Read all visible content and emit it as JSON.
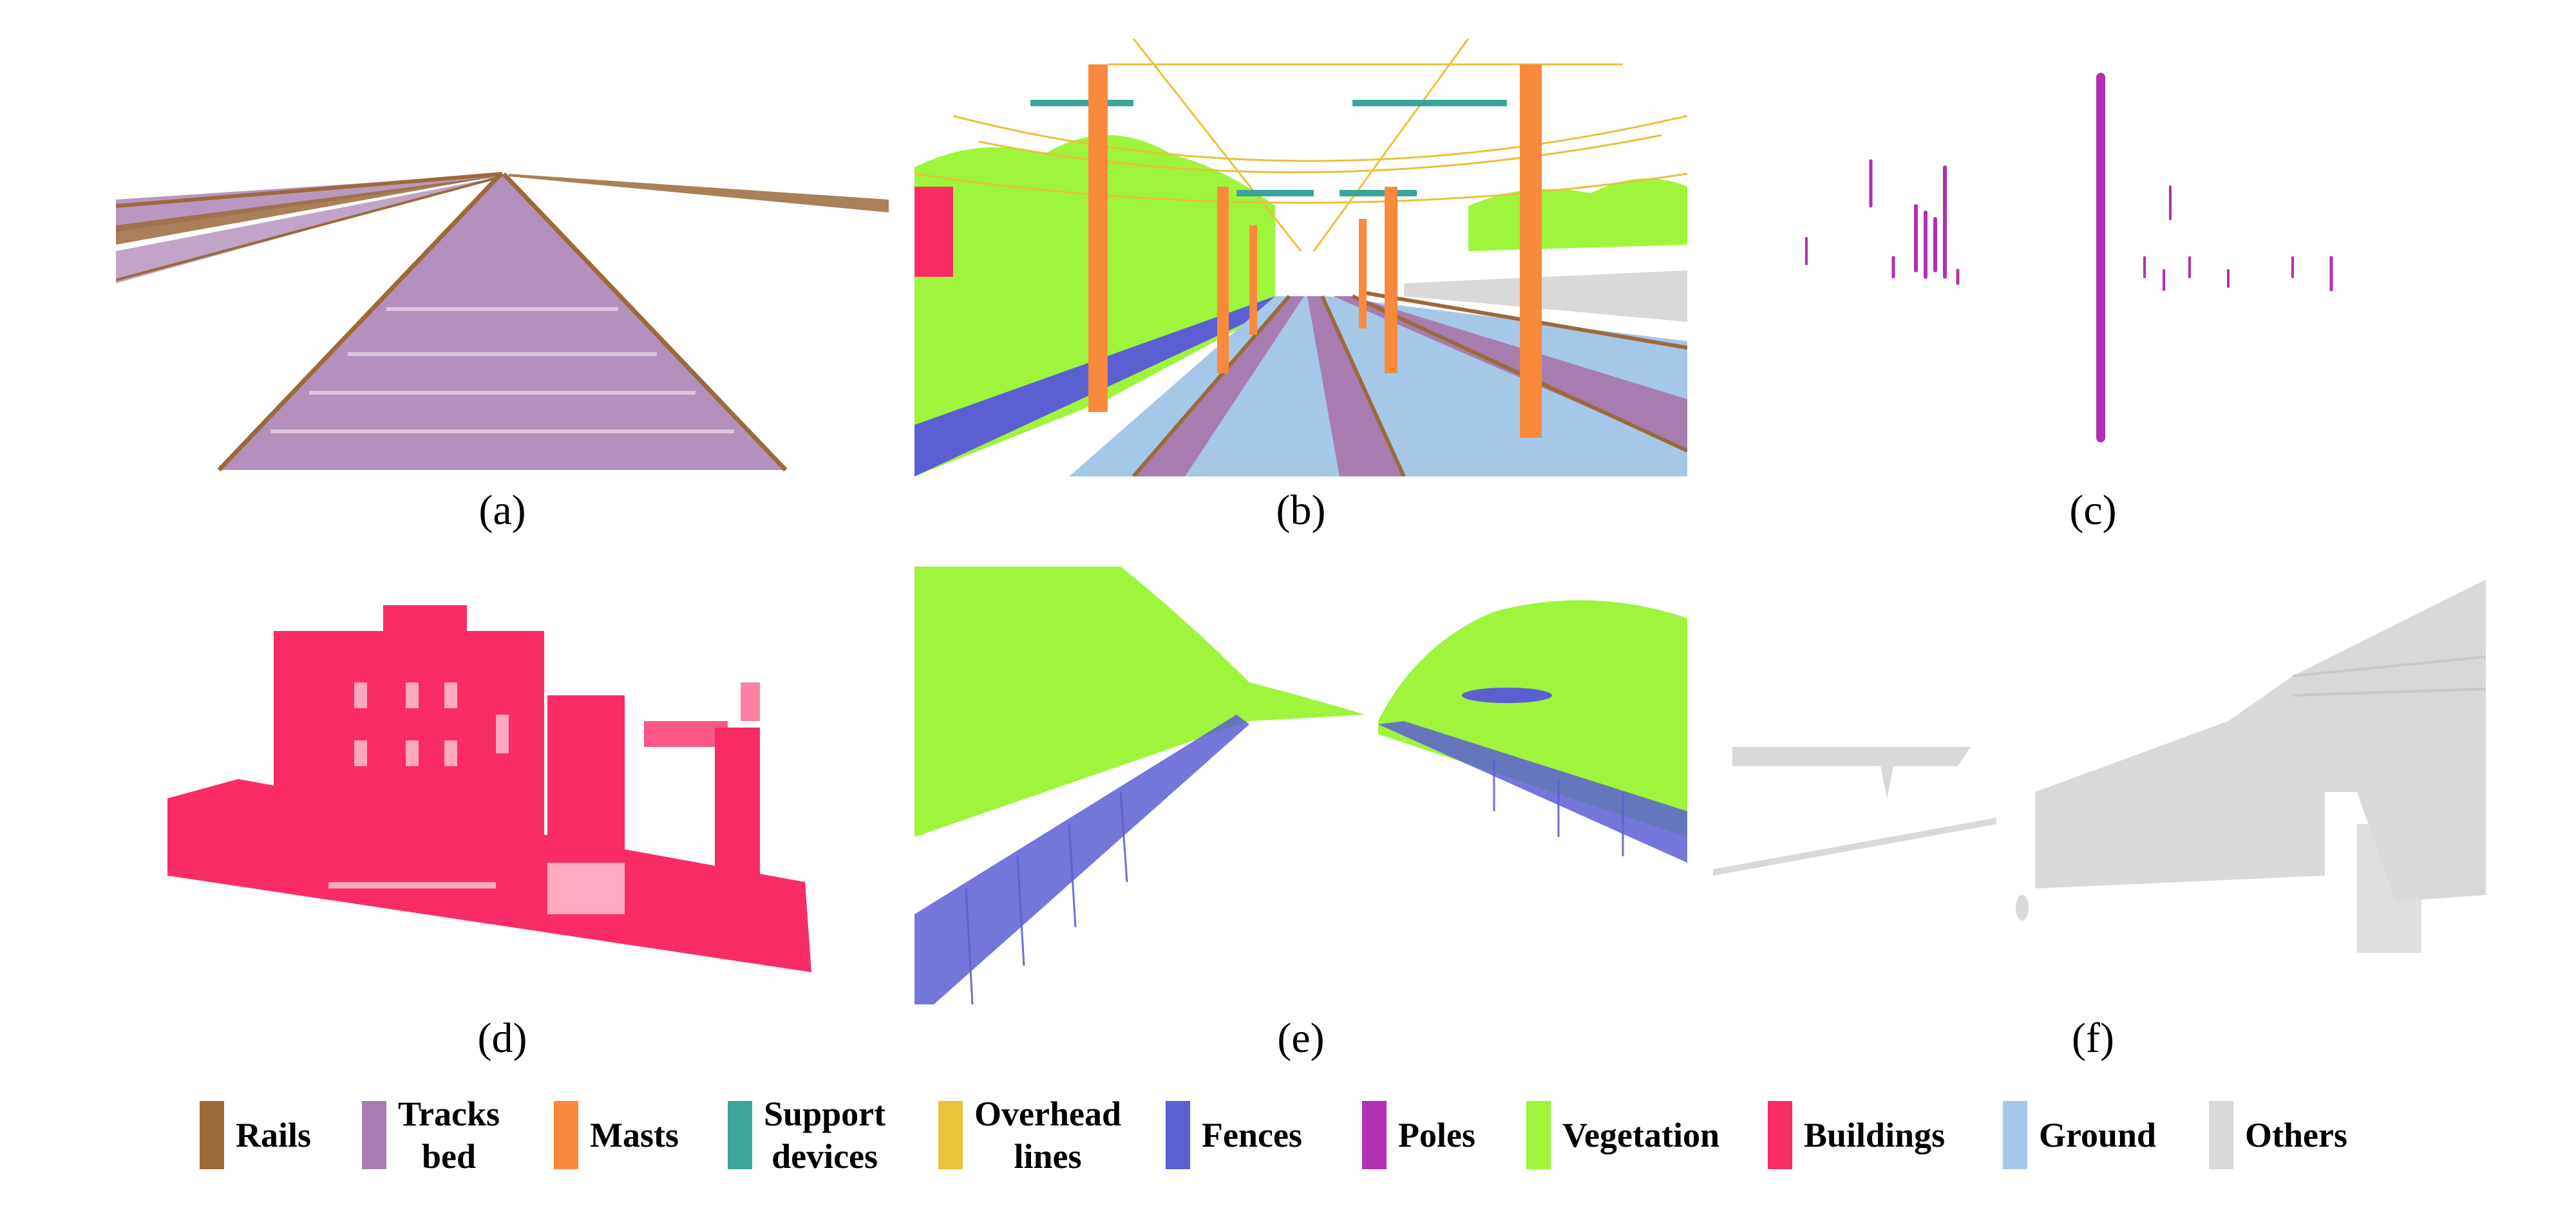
{
  "panels": [
    {
      "id": "a",
      "caption": "(a)",
      "depicts": "rails-and-tracks-bed"
    },
    {
      "id": "b",
      "caption": "(b)",
      "depicts": "full-railway-scene"
    },
    {
      "id": "c",
      "caption": "(c)",
      "depicts": "poles"
    },
    {
      "id": "d",
      "caption": "(d)",
      "depicts": "buildings"
    },
    {
      "id": "e",
      "caption": "(e)",
      "depicts": "vegetation-and-fences"
    },
    {
      "id": "f",
      "caption": "(f)",
      "depicts": "others"
    }
  ],
  "legend": [
    {
      "key": "rails",
      "label": "Rails",
      "color": "#9B6A3B"
    },
    {
      "key": "tracks-bed",
      "label": "Tracks\nbed",
      "color": "#A77DB0"
    },
    {
      "key": "masts",
      "label": "Masts",
      "color": "#F98A3C"
    },
    {
      "key": "support-devices",
      "label": "Support\ndevices",
      "color": "#3AA59A"
    },
    {
      "key": "overhead-lines",
      "label": "Overhead\nlines",
      "color": "#E8C23A"
    },
    {
      "key": "fences",
      "label": "Fences",
      "color": "#5C5FD2"
    },
    {
      "key": "poles",
      "label": "Poles",
      "color": "#B02FB2"
    },
    {
      "key": "vegetation",
      "label": "Vegetation",
      "color": "#9EF53C"
    },
    {
      "key": "buildings",
      "label": "Buildings",
      "color": "#FA2C65"
    },
    {
      "key": "ground",
      "label": "Ground",
      "color": "#A6C8E8"
    },
    {
      "key": "others",
      "label": "Others",
      "color": "#D9D9D9"
    }
  ]
}
